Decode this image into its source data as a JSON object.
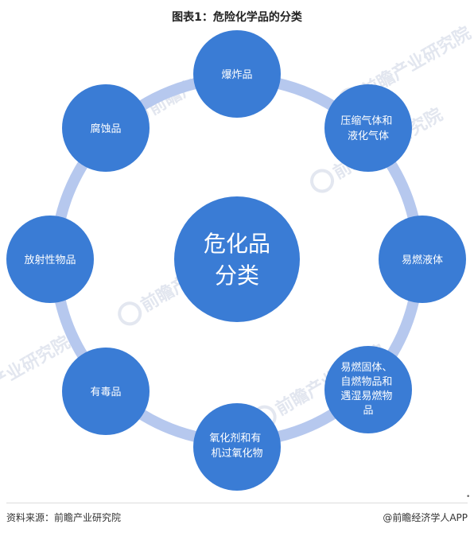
{
  "title": "图表1：危险化学品的分类",
  "center": {
    "line1": "危化品",
    "line2": "分类"
  },
  "nodes": [
    {
      "lines": [
        "爆炸品"
      ]
    },
    {
      "lines": [
        "压缩气体和",
        "液化气体"
      ]
    },
    {
      "lines": [
        "易燃液体"
      ]
    },
    {
      "lines": [
        "易燃固体、",
        "自燃物品和",
        "遇湿易燃物",
        "品"
      ]
    },
    {
      "lines": [
        "氧化剂和有",
        "机过氧化物"
      ]
    },
    {
      "lines": [
        "有毒品"
      ]
    },
    {
      "lines": [
        "放射性物品"
      ]
    },
    {
      "lines": [
        "腐蚀品"
      ]
    }
  ],
  "watermark": "前瞻产业研究院",
  "footer": {
    "source": "资料来源：前瞻产业研究院",
    "brand": "@前瞻经济学人APP",
    "brand_icon": "qianzhan-logo-icon"
  },
  "colors": {
    "node": "#3a7cd5",
    "ring": "#b6c8ee",
    "title": "#222222"
  }
}
